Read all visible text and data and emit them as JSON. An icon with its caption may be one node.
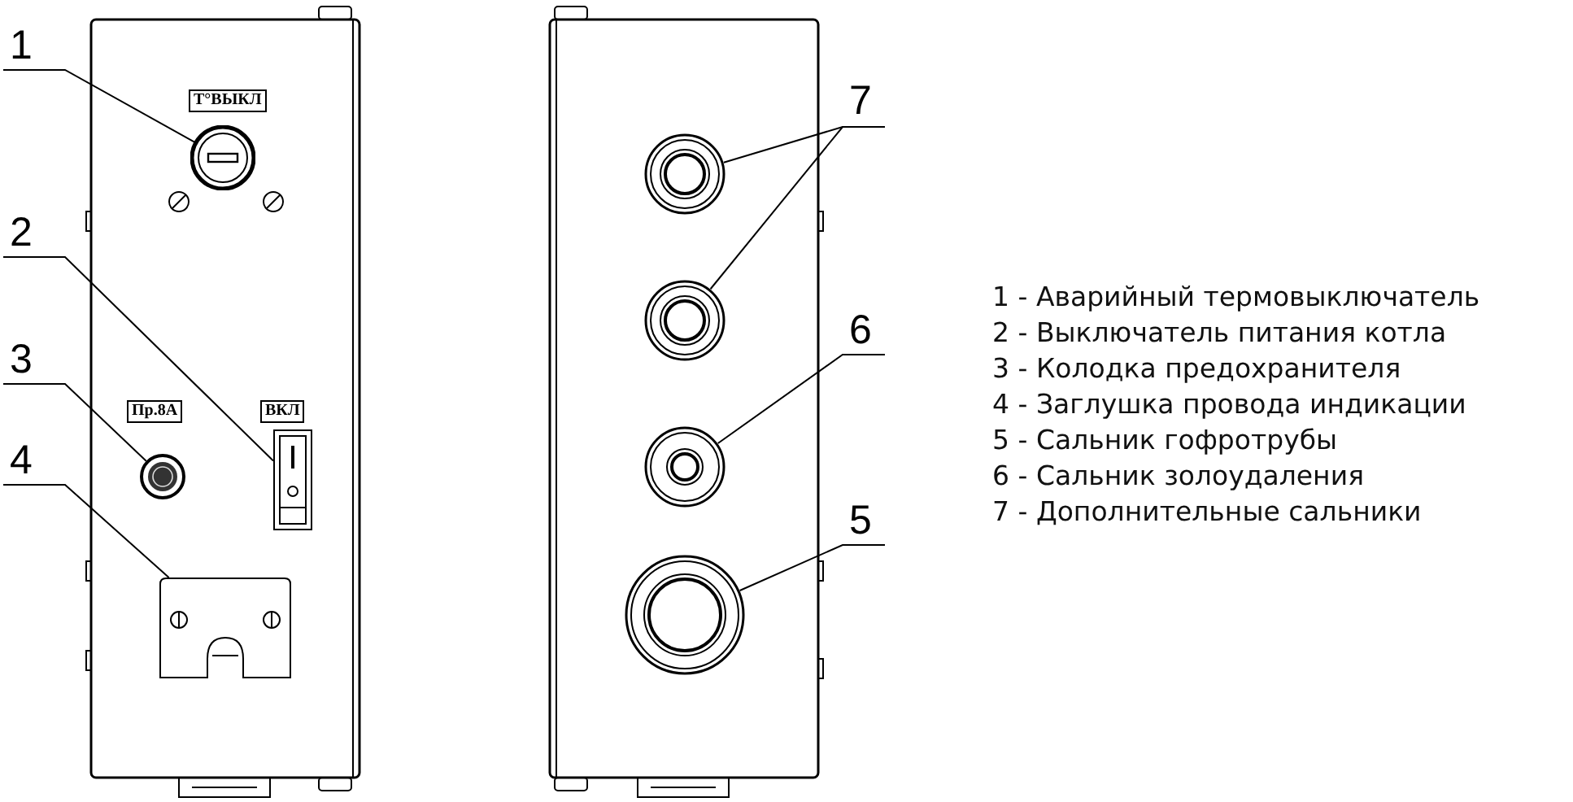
{
  "diagram": {
    "nodes": [
      {
        "text": [
          "1"
        ]
      },
      {
        "text": [
          "2"
        ]
      },
      {
        "text": [
          "3"
        ]
      },
      {
        "text": [
          "4"
        ]
      },
      {
        "text": [
          "7"
        ]
      },
      {
        "text": [
          "6"
        ]
      },
      {
        "text": [
          "5"
        ]
      },
      {
        "text": [],
        "shape": "circle"
      },
      {
        "text": [],
        "shape": "box"
      },
      {
        "text": [],
        "shape": "circle"
      },
      {
        "text": [],
        "shape": "box"
      },
      {
        "text": [],
        "shape": "circle"
      },
      {
        "text": [],
        "shape": "circle"
      },
      {
        "text": [],
        "shape": "circle"
      },
      {
        "text": [],
        "shape": "circle"
      }
    ],
    "edges": [
      {
        "from": 0,
        "to": 7,
        "arrow": "none"
      },
      {
        "from": 1,
        "to": 8,
        "arrow": "none"
      },
      {
        "from": 2,
        "to": 9,
        "arrow": "none"
      },
      {
        "from": 3,
        "to": 10,
        "arrow": "none"
      },
      {
        "from": 4,
        "to": 11,
        "arrow": "none"
      },
      {
        "from": 4,
        "to": 12,
        "arrow": "none"
      },
      {
        "from": 5,
        "to": 13,
        "arrow": "none"
      },
      {
        "from": 6,
        "to": 14,
        "arrow": "none"
      }
    ],
    "labels": [
      "Т°ВЫКЛ",
      "Пр.8А",
      "ВКЛ",
      "1 - Аварийный термовыключатель",
      "2 - Выключатель питания котла",
      "3 - Колодка предохранителя",
      "4 - Заглушка провода индикации",
      "5 - Сальник гофротрубы",
      "6 - Сальник золоудаления",
      "7 - Дополнительные сальники"
    ]
  }
}
